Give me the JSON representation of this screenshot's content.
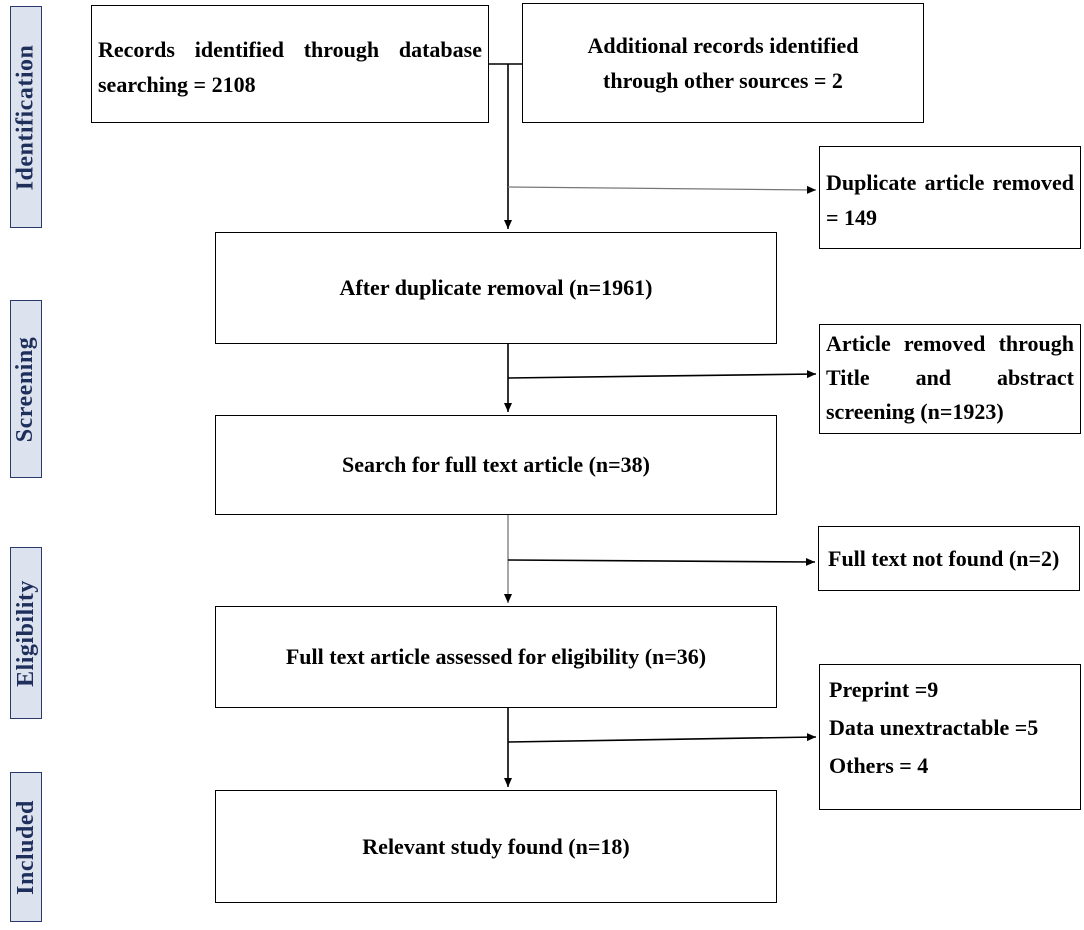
{
  "phases": {
    "identification": "Identification",
    "screening": "Screening",
    "eligibility": "Eligibility",
    "included": "Included"
  },
  "boxes": {
    "records_db": "Records identified through database searching = 2108",
    "records_other": "Additional records identified through other sources = 2",
    "duplicate_removed": "Duplicate article removed = 149",
    "after_duplicate": "After duplicate removal (n=1961)",
    "title_abstract_removed": "Article removed through Title and abstract screening (n=1923)",
    "full_text_search": "Search for full text article (n=38)",
    "full_text_not_found": "Full text not found (n=2)",
    "eligibility_assessed": "Full text article assessed for eligibility (n=36)",
    "exclusions": {
      "preprint": "Preprint =9",
      "unextractable": "Data unextractable =5",
      "others": "Others = 4"
    },
    "included": "Relevant study found (n=18)"
  }
}
